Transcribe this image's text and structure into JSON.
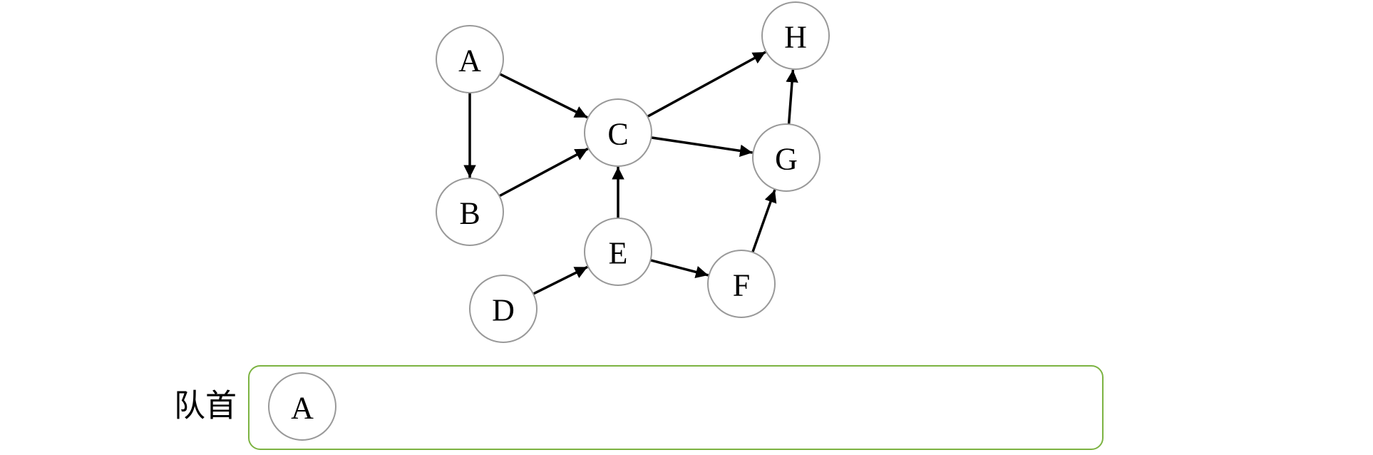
{
  "graph": {
    "nodes": [
      {
        "id": "A",
        "label": "A"
      },
      {
        "id": "B",
        "label": "B"
      },
      {
        "id": "C",
        "label": "C"
      },
      {
        "id": "D",
        "label": "D"
      },
      {
        "id": "E",
        "label": "E"
      },
      {
        "id": "F",
        "label": "F"
      },
      {
        "id": "G",
        "label": "G"
      },
      {
        "id": "H",
        "label": "H"
      }
    ],
    "edges": [
      {
        "from": "A",
        "to": "C"
      },
      {
        "from": "A",
        "to": "B"
      },
      {
        "from": "B",
        "to": "C"
      },
      {
        "from": "C",
        "to": "H"
      },
      {
        "from": "C",
        "to": "G"
      },
      {
        "from": "E",
        "to": "C"
      },
      {
        "from": "D",
        "to": "E"
      },
      {
        "from": "E",
        "to": "F"
      },
      {
        "from": "F",
        "to": "G"
      },
      {
        "from": "G",
        "to": "H"
      }
    ]
  },
  "queue": {
    "label": "队首",
    "items": [
      "A"
    ]
  },
  "colors": {
    "node_stroke": "#999999",
    "edge": "#000000",
    "queue_border": "#7cb342"
  }
}
